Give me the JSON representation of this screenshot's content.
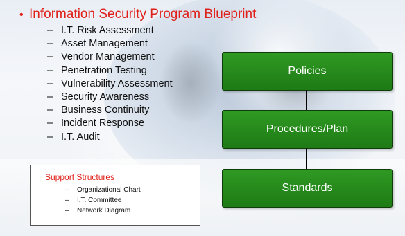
{
  "slide": {
    "title": "Information Security Program Blueprint",
    "bullet_glyph": "•",
    "topics": [
      "I.T. Risk Assessment",
      "Asset Management",
      "Vendor Management",
      "Penetration Testing",
      "Vulnerability Assessment",
      "Security Awareness",
      "Business Continuity",
      "Incident Response",
      "I.T. Audit"
    ],
    "support": {
      "title": "Support Structures",
      "items": [
        "Organizational Chart",
        "I.T. Committee",
        "Network Diagram"
      ]
    },
    "hierarchy": {
      "policies": "Policies",
      "procedures": "Procedures/Plan",
      "standards": "Standards"
    },
    "colors": {
      "title": "#e0201a",
      "box_fill": "#268a1c",
      "box_text": "#ffffff",
      "connector": "#000000"
    }
  }
}
